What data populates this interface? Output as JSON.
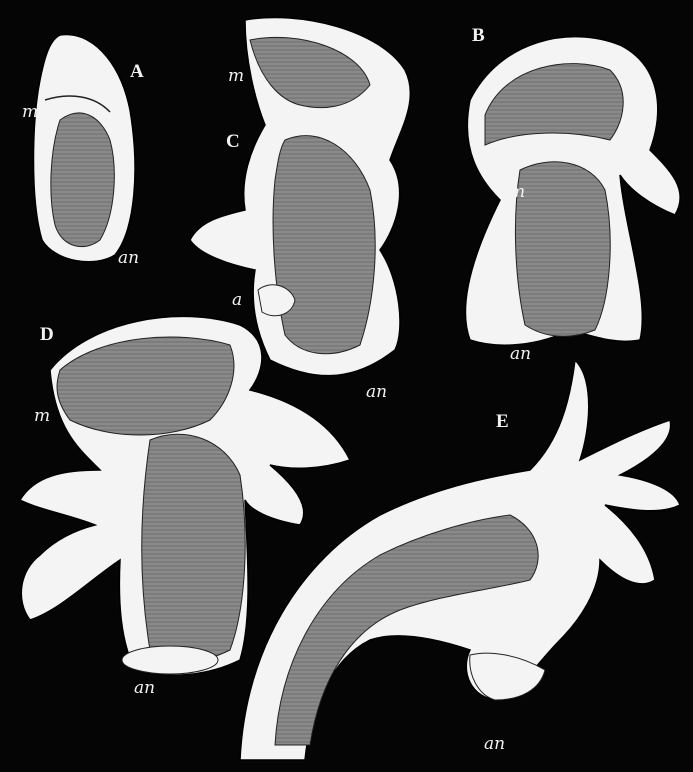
{
  "figures": {
    "A": {
      "letter": "A",
      "labels": [
        "m",
        "an"
      ]
    },
    "B": {
      "letter": "B",
      "labels": [
        "m",
        "an"
      ]
    },
    "C": {
      "letter": "C",
      "labels": [
        "m",
        "a",
        "an"
      ]
    },
    "D": {
      "letter": "D",
      "labels": [
        "m",
        "an"
      ]
    },
    "E": {
      "letter": "E",
      "labels": [
        "an"
      ]
    }
  },
  "colors": {
    "background": "#050505",
    "outline": "#f4f4f4",
    "body_tissue": "#8a8a8a",
    "body_tissue_dark": "#6f6f6f",
    "line": "#222222"
  }
}
